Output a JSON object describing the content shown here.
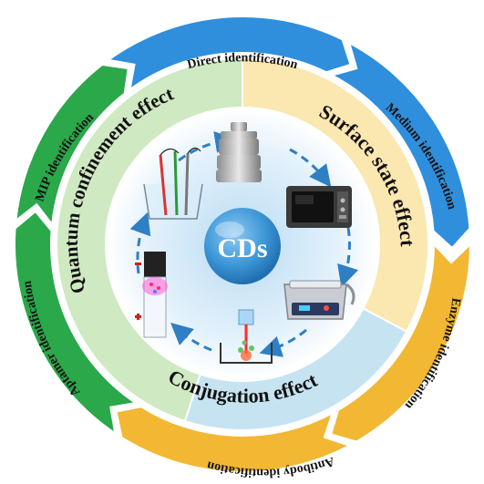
{
  "center": {
    "label": "CDs"
  },
  "effects": {
    "quantum": "Quantum confinement effect",
    "surface": "Surface state effect",
    "conjugation": "Conjugation effect"
  },
  "identifications": {
    "direct": "Direct identification",
    "medium": "Medium identification",
    "enzyme": "Enzyme identification",
    "antibody": "Antibody identification",
    "aptamer": "Aptamer identification",
    "mip": "MIP identification"
  },
  "colors": {
    "direct": "#2f8fdc",
    "medium": "#2f8fdc",
    "enzyme": "#f2b833",
    "antibody": "#f2b833",
    "aptamer": "#2aa84a",
    "mip": "#2aa84a",
    "quantum_band": "#cfe9c2",
    "surface_band": "#fbe7b0",
    "conjugation_band": "#c6e3f2",
    "center_sphere": "#4aa3df"
  },
  "icons": [
    "electrochemical-cell-icon",
    "weight-press-icon",
    "microwave-oven-icon",
    "ultrasonic-bath-icon",
    "laser-ablation-icon",
    "electrophoresis-tube-icon"
  ]
}
